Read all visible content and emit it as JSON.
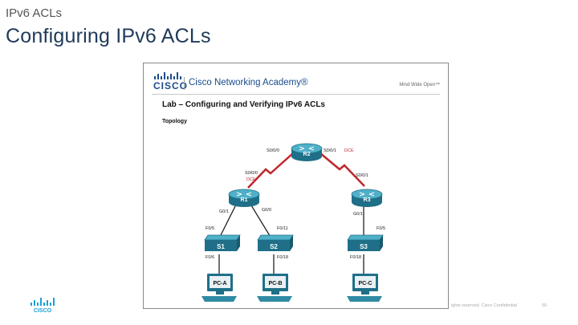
{
  "slide": {
    "section": "IPv6 ACLs",
    "title": "Configuring IPv6 ACLs",
    "footer": "ights reserved.   Cisco Confidential",
    "page_number": "50",
    "logo_text": "CISCO"
  },
  "lab": {
    "logo_text": "CISCO",
    "academy": "Cisco Networking Academy®",
    "tagline": "Mind Wide Open™",
    "title": "Lab – Configuring and Verifying IPv6 ACLs",
    "subtitle": "Topology"
  },
  "topology": {
    "routers": [
      {
        "label": "R2"
      },
      {
        "label": "R1"
      },
      {
        "label": "R3"
      }
    ],
    "switches": [
      {
        "label": "S1"
      },
      {
        "label": "S2"
      },
      {
        "label": "S3"
      }
    ],
    "pcs": [
      {
        "label": "PC-A"
      },
      {
        "label": "PC-B"
      },
      {
        "label": "PC-C"
      }
    ],
    "interface_labels": {
      "r2_s000": "S0/0/0",
      "r2_s001": "S0/0/1",
      "r2_dce": "DCE",
      "r1_s000": "S0/0/0",
      "r1_dce": "DCE",
      "r3_s001": "S0/0/1",
      "r1_g01": "G0/1",
      "r1_g00": "G0/0",
      "r3_g01": "G0/1",
      "s1_f05": "F0/5",
      "s1_f06": "F0/6",
      "s2_f011": "F0/11",
      "s2_f018": "F0/18",
      "s3_f05": "F0/5",
      "s3_f018": "F0/18"
    },
    "colors": {
      "device": "#2f8aa3",
      "serial_link": "#c0272d",
      "ethernet_link": "#222222",
      "dce": "#c0272d"
    }
  }
}
